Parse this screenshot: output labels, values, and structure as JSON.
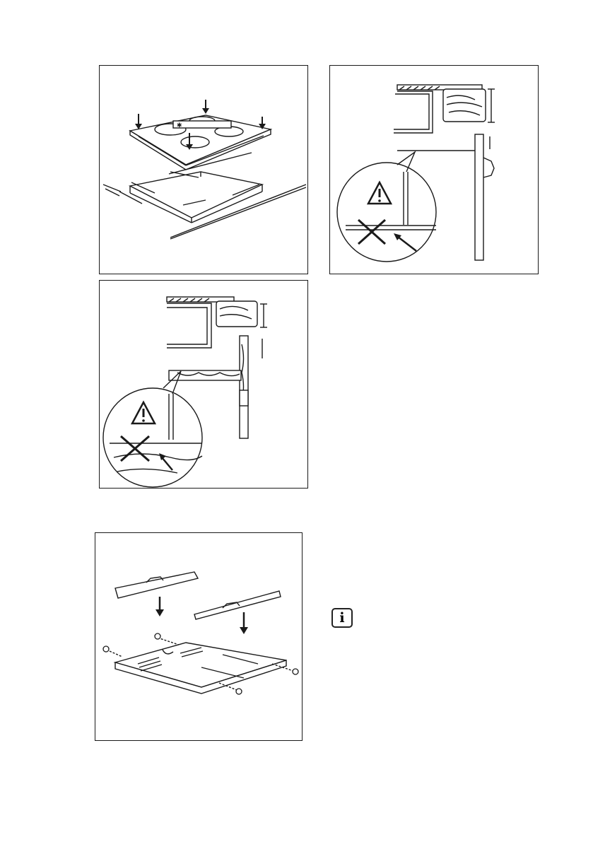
{
  "figures": [
    {
      "id": "hob-install",
      "subject": "hob-lowered-into-worktop-cutout"
    },
    {
      "id": "oven-clearance",
      "subject": "gap-above-oven-no-contact"
    },
    {
      "id": "shelf-clearance",
      "subject": "gap-above-shelf-no-contact"
    },
    {
      "id": "protection-box",
      "subject": "protection-box-brackets-and-screws"
    }
  ],
  "icons": {
    "warning": "warning-triangle-icon",
    "prohibited": "cross-mark-icon",
    "info": "info-icon"
  },
  "info_glyph": "i",
  "colors": {
    "line": "#1a1a1a",
    "background": "#ffffff"
  }
}
